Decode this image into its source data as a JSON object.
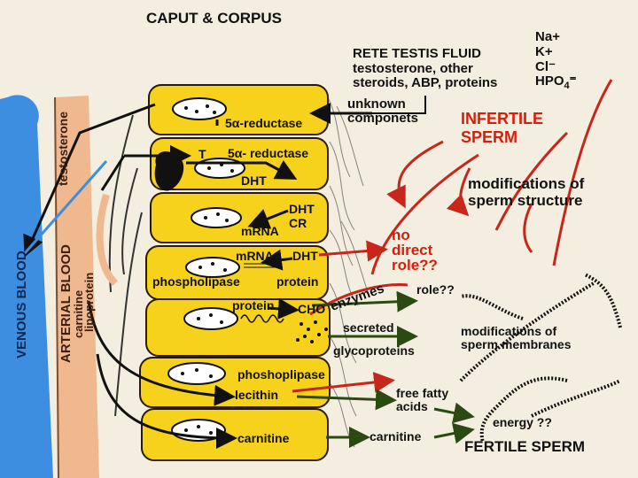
{
  "title": "CAPUT & CORPUS",
  "ions": [
    "Na",
    "K",
    "Cl",
    "HPO"
  ],
  "rete": {
    "line1": "RETE TESTIS FLUID",
    "line2": "testosterone, other",
    "line3": "steroids, ABP, proteins"
  },
  "unknown": {
    "line1": "unknown",
    "line2": "componets"
  },
  "infertile": {
    "line1": "INFERTILE",
    "line2": "SPERM"
  },
  "modifications_structure": {
    "line1": "modifications of",
    "line2": "sperm structure"
  },
  "no_direct_role": {
    "line1": "no",
    "line2": "direct",
    "line3": "role??"
  },
  "blood": {
    "venous": "VENOUS BLOOD",
    "arterial": "ARTERIAL BLOOD",
    "testosterone": "testosterone",
    "carnitine": "carnitine",
    "lipoprotein": "lipoprotein"
  },
  "cells": {
    "reductase1": "5α-reductase",
    "t_label": "T",
    "reductase2": "5α- reductase",
    "dht1": "DHT",
    "dht2": "DHT",
    "cr": "CR",
    "mrna1": "mRNA",
    "mrna2": "mRNA",
    "dht3": "DHT",
    "phospholipase": "phospholipase",
    "protein1": "protein",
    "protein2": "protein",
    "cho": "CHO",
    "phoshoplipase": "phoshoplipase",
    "lecithin": "lecithin",
    "carnitine": "carnitine"
  },
  "secretions": {
    "enzymes": "enzymes",
    "role": "role??",
    "secreted": "secreted",
    "glycoproteins": "glycoproteins",
    "free_fatty_acids_1": "free fatty",
    "free_fatty_acids_2": "acids",
    "carnitine": "carnitine"
  },
  "membranes": {
    "line1": "modifications of",
    "line2": "sperm membranes"
  },
  "energy": "energy ??",
  "fertile": "FERTILE SPERM",
  "colors": {
    "background": "#f3eedf",
    "cell_fill": "#f6d21c",
    "venous_blue": "#3d8ee0",
    "arterial_tan": "#f0b88f",
    "red_text": "#d51f0c",
    "arrow_green": "#2a4a12"
  }
}
